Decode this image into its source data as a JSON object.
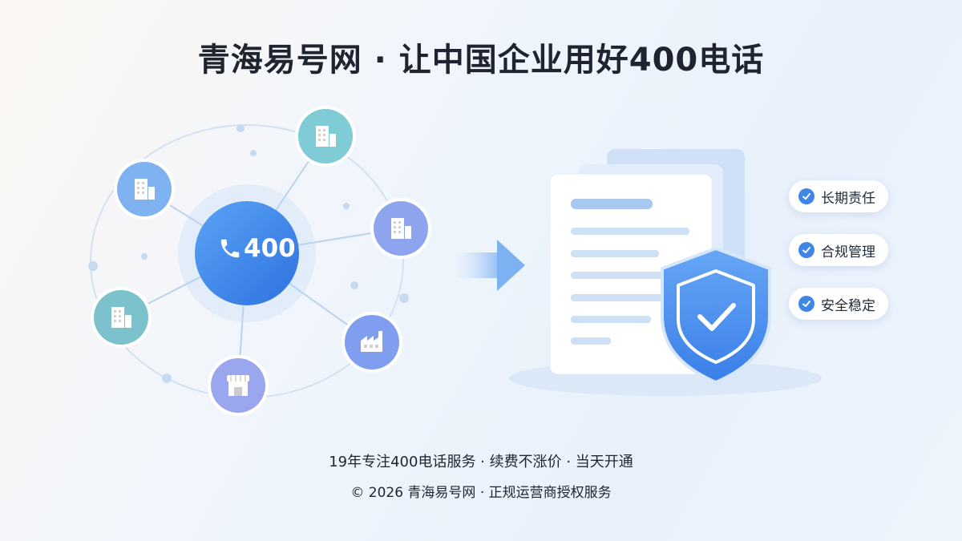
{
  "title": "青海易号网 · 让中国企业用好400电话",
  "hub": {
    "label": "400",
    "icon": "phone-icon"
  },
  "nodes": [
    {
      "icon": "office-building-icon",
      "color": "#7fb2f0"
    },
    {
      "icon": "office-building-icon",
      "color": "#7fcbd6"
    },
    {
      "icon": "office-building-icon",
      "color": "#8fa4ee"
    },
    {
      "icon": "factory-icon",
      "color": "#7f9ef0"
    },
    {
      "icon": "storefront-icon",
      "color": "#9aa6ee"
    },
    {
      "icon": "office-building-icon",
      "color": "#7cc2cc"
    }
  ],
  "badges": [
    "长期责任",
    "合规管理",
    "安全稳定"
  ],
  "footer": {
    "line1": "19年专注400电话服务 · 续费不涨价 · 当天开通",
    "line2": "© 2026 青海易号网 · 正规运营商授权服务"
  },
  "colors": {
    "accent": "#3f86e8",
    "shield": "#4b8ff0",
    "text": "#1f2430"
  }
}
